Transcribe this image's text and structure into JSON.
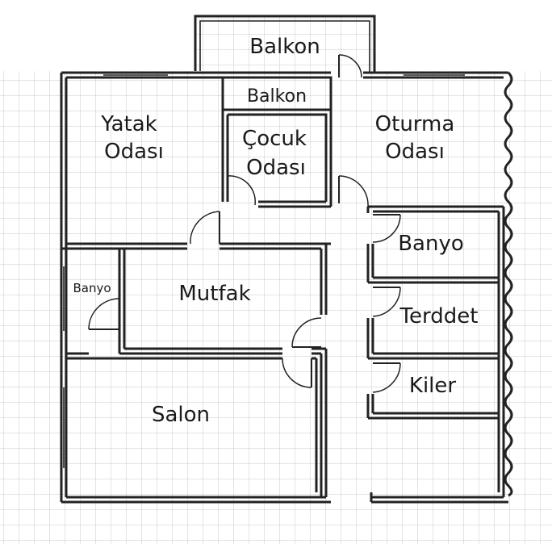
{
  "rooms": {
    "balkon_outer": "Balkon",
    "balkon_inner": "Balkon",
    "yatak_odasi": [
      "Yatak",
      "Odası"
    ],
    "cocuk_odasi": [
      "Çocuk",
      "Odası"
    ],
    "oturma_odasi": [
      "Oturma",
      "Odası"
    ],
    "banyo_right": "Banyo",
    "banyo_left": "Banyo",
    "mutfak": "Mutfak",
    "terddet": "Terddet",
    "kiler": "Kiler",
    "salon": "Salon"
  },
  "colors": {
    "background": "#ffffff",
    "grid": "#c9c9c9",
    "wall": "#222222",
    "text": "#1a1a1a"
  }
}
